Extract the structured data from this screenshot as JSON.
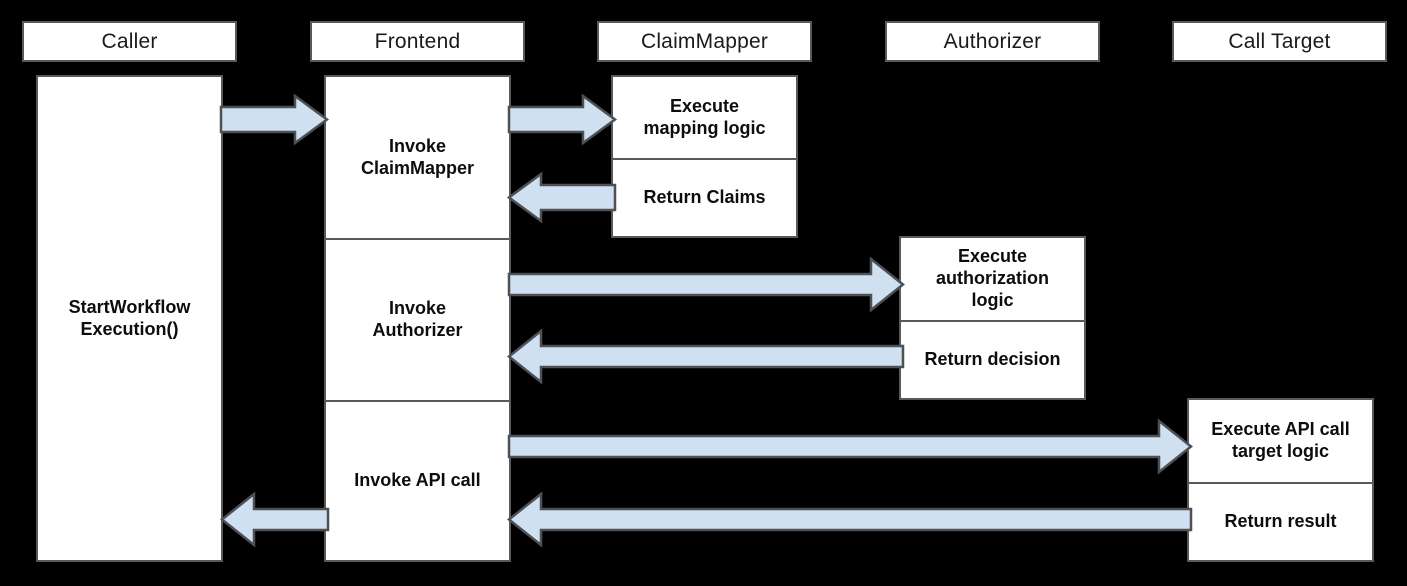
{
  "diagram": {
    "title": "Workflow authorization sequence diagram",
    "background_color": "#000000",
    "box_fill": "#ffffff",
    "box_border": "#595959",
    "arrow_fill": "#cfe0f0",
    "arrow_border": "#4d5156",
    "lifelines": [
      {
        "id": "caller",
        "label": "Caller"
      },
      {
        "id": "frontend",
        "label": "Frontend"
      },
      {
        "id": "claimmapper",
        "label": "ClaimMapper"
      },
      {
        "id": "authorizer",
        "label": "Authorizer"
      },
      {
        "id": "calltarget",
        "label": "Call Target"
      }
    ],
    "activations": {
      "caller": [
        {
          "label": "StartWorkflow\nExecution()"
        }
      ],
      "frontend": [
        {
          "label": "Invoke\nClaimMapper"
        },
        {
          "label": "Invoke\nAuthorizer"
        },
        {
          "label": "Invoke API call"
        }
      ],
      "claimmapper": [
        {
          "label": "Execute\nmapping logic"
        },
        {
          "label": "Return Claims"
        }
      ],
      "authorizer": [
        {
          "label": "Execute\nauthorization\nlogic"
        },
        {
          "label": "Return decision"
        }
      ],
      "calltarget": [
        {
          "label": "Execute API call\ntarget logic"
        },
        {
          "label": "Return result"
        }
      ]
    },
    "messages": [
      {
        "id": "msg-caller-to-frontend",
        "from": "caller",
        "to": "frontend",
        "direction": "right"
      },
      {
        "id": "msg-frontend-to-claimmapper",
        "from": "frontend",
        "to": "claimmapper",
        "direction": "right"
      },
      {
        "id": "msg-claimmapper-to-frontend",
        "from": "claimmapper",
        "to": "frontend",
        "direction": "left"
      },
      {
        "id": "msg-frontend-to-authorizer",
        "from": "frontend",
        "to": "authorizer",
        "direction": "right"
      },
      {
        "id": "msg-authorizer-to-frontend",
        "from": "authorizer",
        "to": "frontend",
        "direction": "left"
      },
      {
        "id": "msg-frontend-to-calltarget",
        "from": "frontend",
        "to": "calltarget",
        "direction": "right"
      },
      {
        "id": "msg-calltarget-to-frontend",
        "from": "calltarget",
        "to": "frontend",
        "direction": "left"
      },
      {
        "id": "msg-frontend-to-caller",
        "from": "frontend",
        "to": "caller",
        "direction": "left"
      }
    ]
  }
}
